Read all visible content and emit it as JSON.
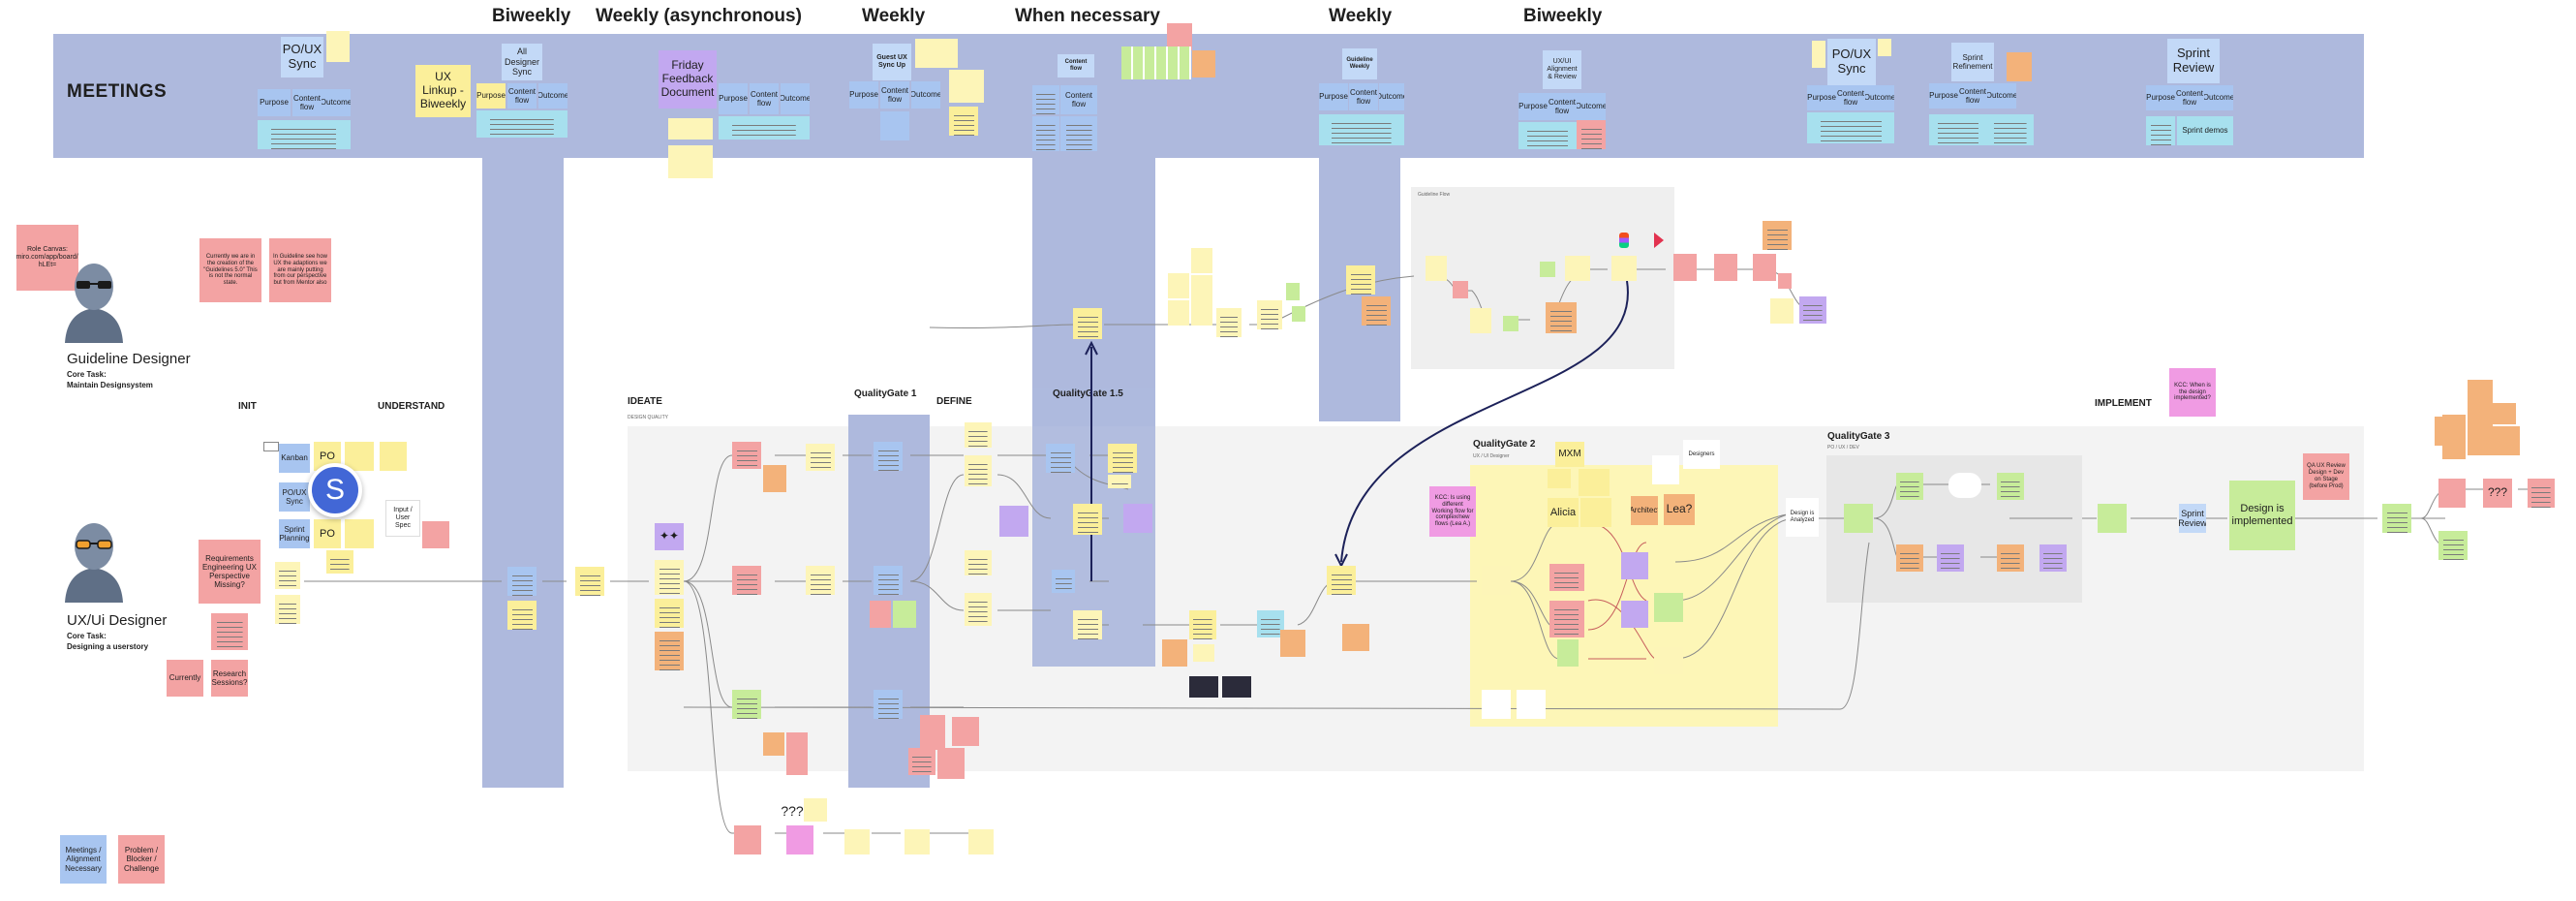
{
  "frequencies": [
    {
      "id": "biweekly-1",
      "label": "Biweekly"
    },
    {
      "id": "weekly-async",
      "label": "Weekly (asynchronous)"
    },
    {
      "id": "weekly-1",
      "label": "Weekly"
    },
    {
      "id": "when-necessary",
      "label": "When necessary"
    },
    {
      "id": "weekly-2",
      "label": "Weekly"
    },
    {
      "id": "biweekly-2",
      "label": "Biweekly"
    }
  ],
  "meetings": {
    "title": "MEETINGS",
    "items": [
      {
        "label": "PO/UX Sync"
      },
      {
        "label": "UX Linkup - Biweekly"
      },
      {
        "label": "All Designer Sync"
      },
      {
        "label": "Friday Feedback Document"
      },
      {
        "label": "Guest UX Sync Up"
      },
      {
        "label": "Guideline Weekly"
      },
      {
        "label": "UX/UI Alignment & Review"
      },
      {
        "label": "PO/UX Sync"
      },
      {
        "label": "Sprint Refinement"
      },
      {
        "label": "Sprint Review"
      }
    ],
    "sub": {
      "purpose": "Purpose",
      "content": "Content flow",
      "outcome": "Outcome"
    },
    "sprint_demo": "Sprint demos"
  },
  "roles": [
    {
      "title": "Guideline Designer",
      "task_label": "Core Task:",
      "task": "Maintain Designsystem"
    },
    {
      "title": "UX/Ui Designer",
      "task_label": "Core Task:",
      "task": "Designing a userstory"
    }
  ],
  "side_notes": {
    "role_canvas": "Role Canvas: https://miro.com/app/board/uXjVP-hLEt=",
    "currently": "Currently we are in the creation of the \"Guidelines 5.0\" This is not the normal state.",
    "guideline_note": "In Guideline see how UX the adaptions we are mainly putting from our perspective but from Mentor also",
    "requirements": "Requirements Engineering UX Perspective Missing?",
    "currently2": "Currently",
    "research": "Research Sessions?"
  },
  "phases": {
    "init": "INIT",
    "understand": "UNDERSTAND",
    "ideate": "IDEATE",
    "ideate_sub": "DESIGN QUALITY",
    "qg1": "QualityGate 1",
    "define": "DEFINE",
    "qg15": "QualityGate 1.5",
    "qg2": "QualityGate 2",
    "qg2_sub": "UX / UI Designer",
    "qg3": "QualityGate 3",
    "qg3_sub": "PO / UX / DEV",
    "implement": "IMPLEMENT",
    "guideline_flow": "Guideline Flow"
  },
  "init_items": {
    "kanban": "Kanban",
    "po": "PO",
    "poux": "PO/UX Sync",
    "sprint": "Sprint Planning",
    "po2": "PO",
    "avatar_letter": "S",
    "input": "Input / User Spec"
  },
  "qg2_items": {
    "mxm": "MXM",
    "alicia": "Alicia",
    "lea": "Lea?",
    "architect": "Architect",
    "ds": "Designers"
  },
  "final": {
    "design_analyzed": "Design is Analyzed",
    "sprint_review": "Sprint Review",
    "implemented": "Design is implemented",
    "qa": "QA UX Review Design + Dev on Stage (before Prod)",
    "unknown": "???",
    "kcc": "KCC: When is the design implemented?",
    "kcc2": "KCC: Is using different Working flow for complex/new flows (Lea A.)",
    "unknown2": "???"
  },
  "legend": [
    {
      "label": "Meetings / Alignment Necessary",
      "color": "#a8c5f0"
    },
    {
      "label": "Problem / Blocker / Challenge",
      "color": "#f3a3a3"
    }
  ],
  "colors": {
    "band": "#aeb9dd",
    "yellow": "#fbef9a",
    "blue": "#a8c5f0",
    "red": "#f3a3a3",
    "purple": "#c2a8f0",
    "green": "#c7ec9a",
    "orange": "#f3b27a"
  }
}
